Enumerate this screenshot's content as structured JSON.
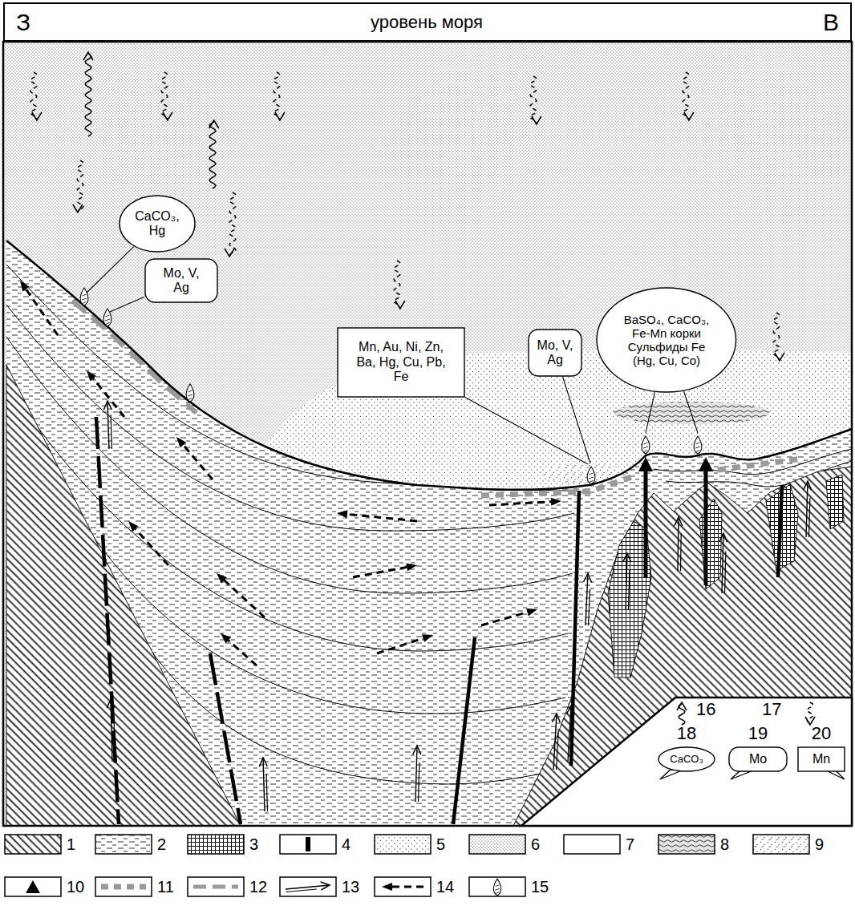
{
  "diagram": {
    "nodes": [
      {
        "text": [
          "З",
          "уровень моря",
          "В"
        ]
      },
      {
        "text": [
          "CaCO₃, Hg"
        ]
      },
      {
        "text": [
          "Mo, V, Ag"
        ]
      },
      {
        "text": [
          "Mn, Au, Ni, Zn, Ba, Hg, Cu, Pb, Fe"
        ]
      },
      {
        "text": [
          "Mo, V, Ag"
        ]
      },
      {
        "text": [
          "BaSO₄, CaCO₃, Fe-Mn корки Сульфиды Fe (Hg, Cu, Co)"
        ]
      },
      {
        "text": [
          "16",
          "17"
        ]
      },
      {
        "text": [
          "18",
          "CaCO₃"
        ],
        "in": 6
      },
      {
        "text": [
          "19",
          "Mo"
        ],
        "in": 6
      },
      {
        "text": [
          "20",
          "Mn"
        ],
        "in": 6
      }
    ],
    "legend": [
      {
        "text": "1"
      },
      {
        "text": "2"
      },
      {
        "text": "3"
      },
      {
        "text": "4"
      },
      {
        "text": "5"
      },
      {
        "text": "6"
      },
      {
        "text": "7",
        "color": "#ffffff"
      },
      {
        "text": "8"
      },
      {
        "text": "9"
      },
      {
        "text": "10"
      },
      {
        "text": "11"
      },
      {
        "text": "12"
      },
      {
        "text": "13"
      },
      {
        "text": "14"
      },
      {
        "text": "15"
      }
    ]
  }
}
